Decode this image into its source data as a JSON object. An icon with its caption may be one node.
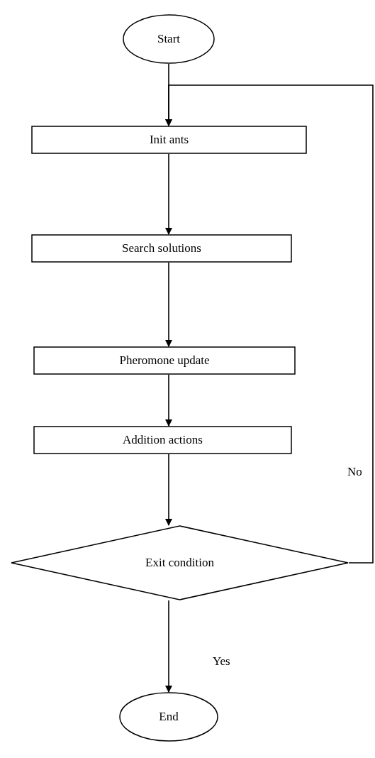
{
  "diagram": {
    "nodes": [
      {
        "text": [
          "Start"
        ]
      },
      {
        "text": [
          "Init ants"
        ]
      },
      {
        "text": [
          "Search solutions"
        ]
      },
      {
        "text": [
          "Pheromone update"
        ]
      },
      {
        "text": [
          "Addition actions"
        ]
      },
      {
        "text": [
          "Exit condition"
        ]
      },
      {
        "text": [
          "End"
        ]
      }
    ],
    "edges": [
      {
        "from": 0,
        "to": 1,
        "arrow": "to"
      },
      {
        "from": 1,
        "to": 2,
        "arrow": "to"
      },
      {
        "from": 2,
        "to": 3,
        "arrow": "to"
      },
      {
        "from": 3,
        "to": 4,
        "arrow": "to"
      },
      {
        "from": 4,
        "to": 5,
        "arrow": "to"
      },
      {
        "from": 5,
        "to": 6,
        "arrow": "to",
        "label": "Yes"
      },
      {
        "from": 5,
        "to": 1,
        "arrow": "to",
        "label": "No"
      }
    ]
  }
}
